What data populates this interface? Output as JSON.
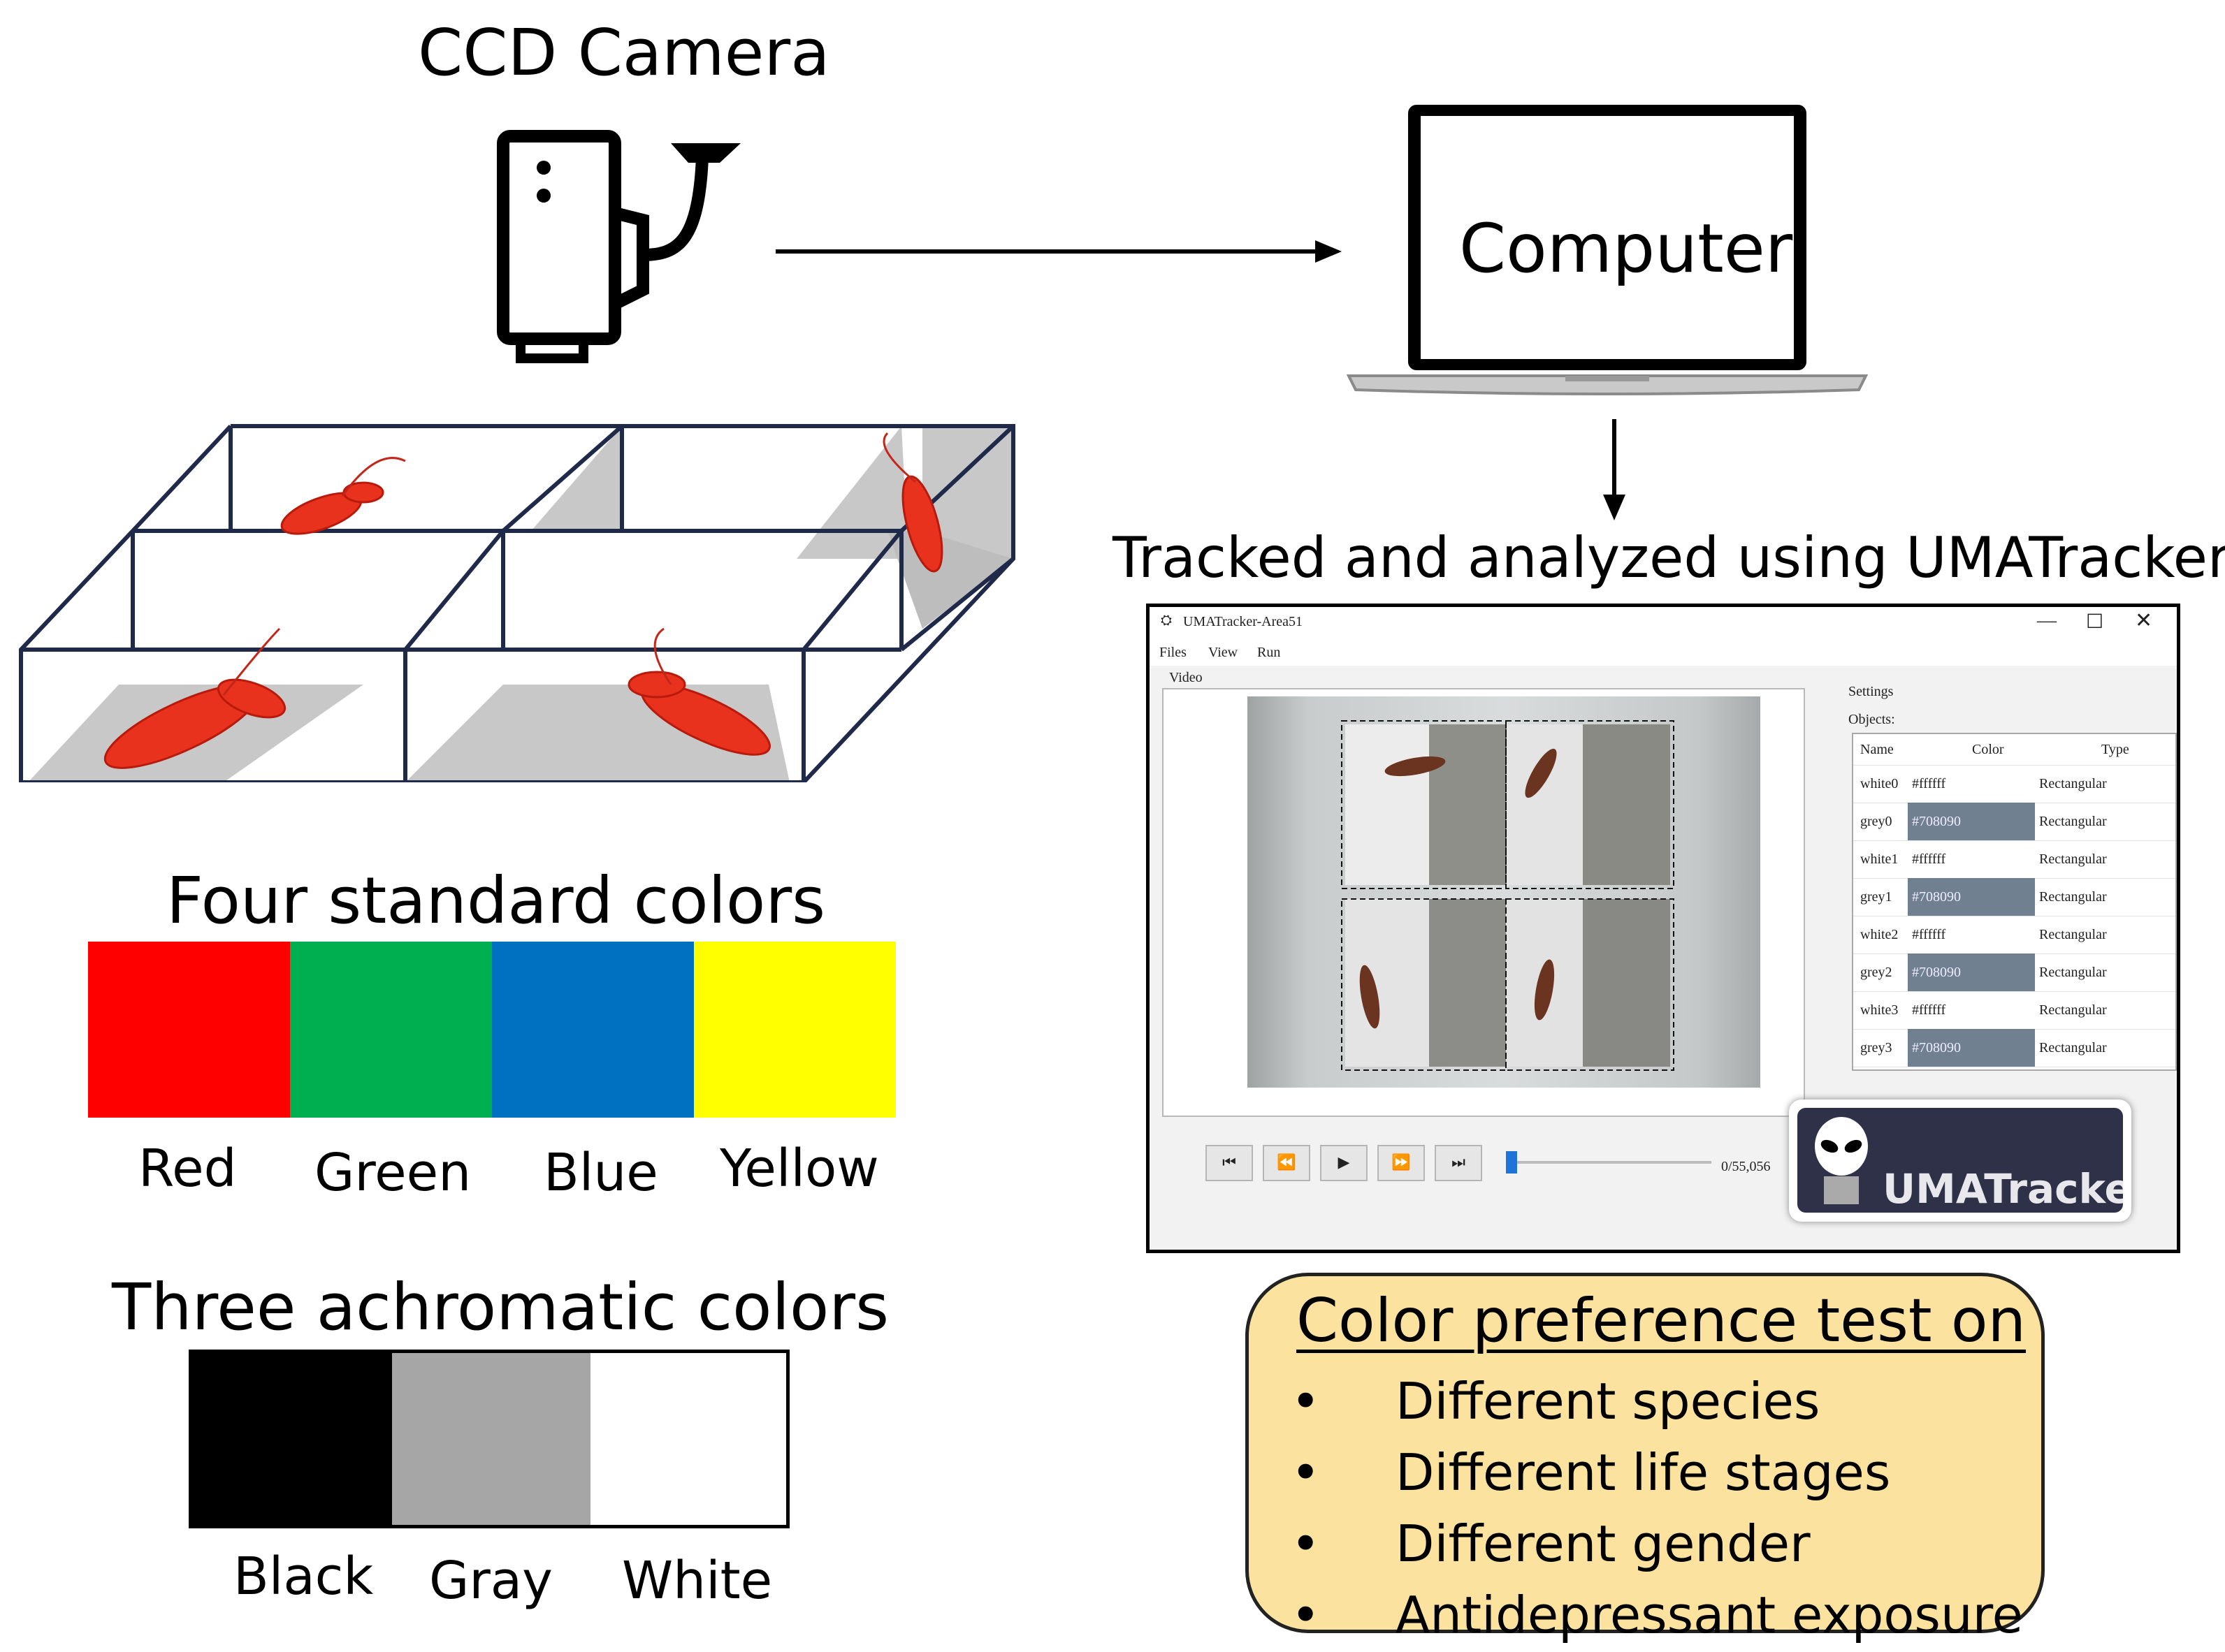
{
  "camera": {
    "label": "CCD Camera",
    "icon": "ccd-camera-icon"
  },
  "computer": {
    "label": "Computer",
    "icon": "laptop-icon"
  },
  "tracking": {
    "caption": "Tracked and analyzed using UMATracker"
  },
  "standard_colors": {
    "title": "Four standard colors",
    "items": [
      {
        "name": "Red",
        "color": "#ff0000"
      },
      {
        "name": "Green",
        "color": "#00b050"
      },
      {
        "name": "Blue",
        "color": "#0070c0"
      },
      {
        "name": "Yellow",
        "color": "#ffff00"
      }
    ]
  },
  "achromatic_colors": {
    "title": "Three achromatic colors",
    "items": [
      {
        "name": "Black",
        "color": "#000000"
      },
      {
        "name": "Gray",
        "color": "#a6a6a6"
      },
      {
        "name": "White",
        "color": "#ffffff"
      }
    ]
  },
  "umatracker": {
    "window_title": "UMATracker-Area51",
    "menu": [
      "Files",
      "View",
      "Run"
    ],
    "video_label": "Video",
    "settings_label": "Settings",
    "objects_label": "Objects:",
    "columns": [
      "Name",
      "Color",
      "Type"
    ],
    "rows": [
      {
        "name": "white0",
        "color": "#ffffff",
        "type": "Rectangular"
      },
      {
        "name": "grey0",
        "color": "#708090",
        "type": "Rectangular"
      },
      {
        "name": "white1",
        "color": "#ffffff",
        "type": "Rectangular"
      },
      {
        "name": "grey1",
        "color": "#708090",
        "type": "Rectangular"
      },
      {
        "name": "white2",
        "color": "#ffffff",
        "type": "Rectangular"
      },
      {
        "name": "grey2",
        "color": "#708090",
        "type": "Rectangular"
      },
      {
        "name": "white3",
        "color": "#ffffff",
        "type": "Rectangular"
      },
      {
        "name": "grey3",
        "color": "#708090",
        "type": "Rectangular"
      }
    ],
    "frame_counter": "0/55,056",
    "logo_text": "UMATracker",
    "controls": [
      "⏮",
      "⏪",
      "▶",
      "⏩",
      "⏭"
    ]
  },
  "preference_test": {
    "heading": "Color preference test on",
    "items": [
      "Different species",
      "Different life stages",
      "Different gender",
      "Antidepressant exposure"
    ],
    "bullet": "•",
    "fill": "#fbe29e"
  }
}
